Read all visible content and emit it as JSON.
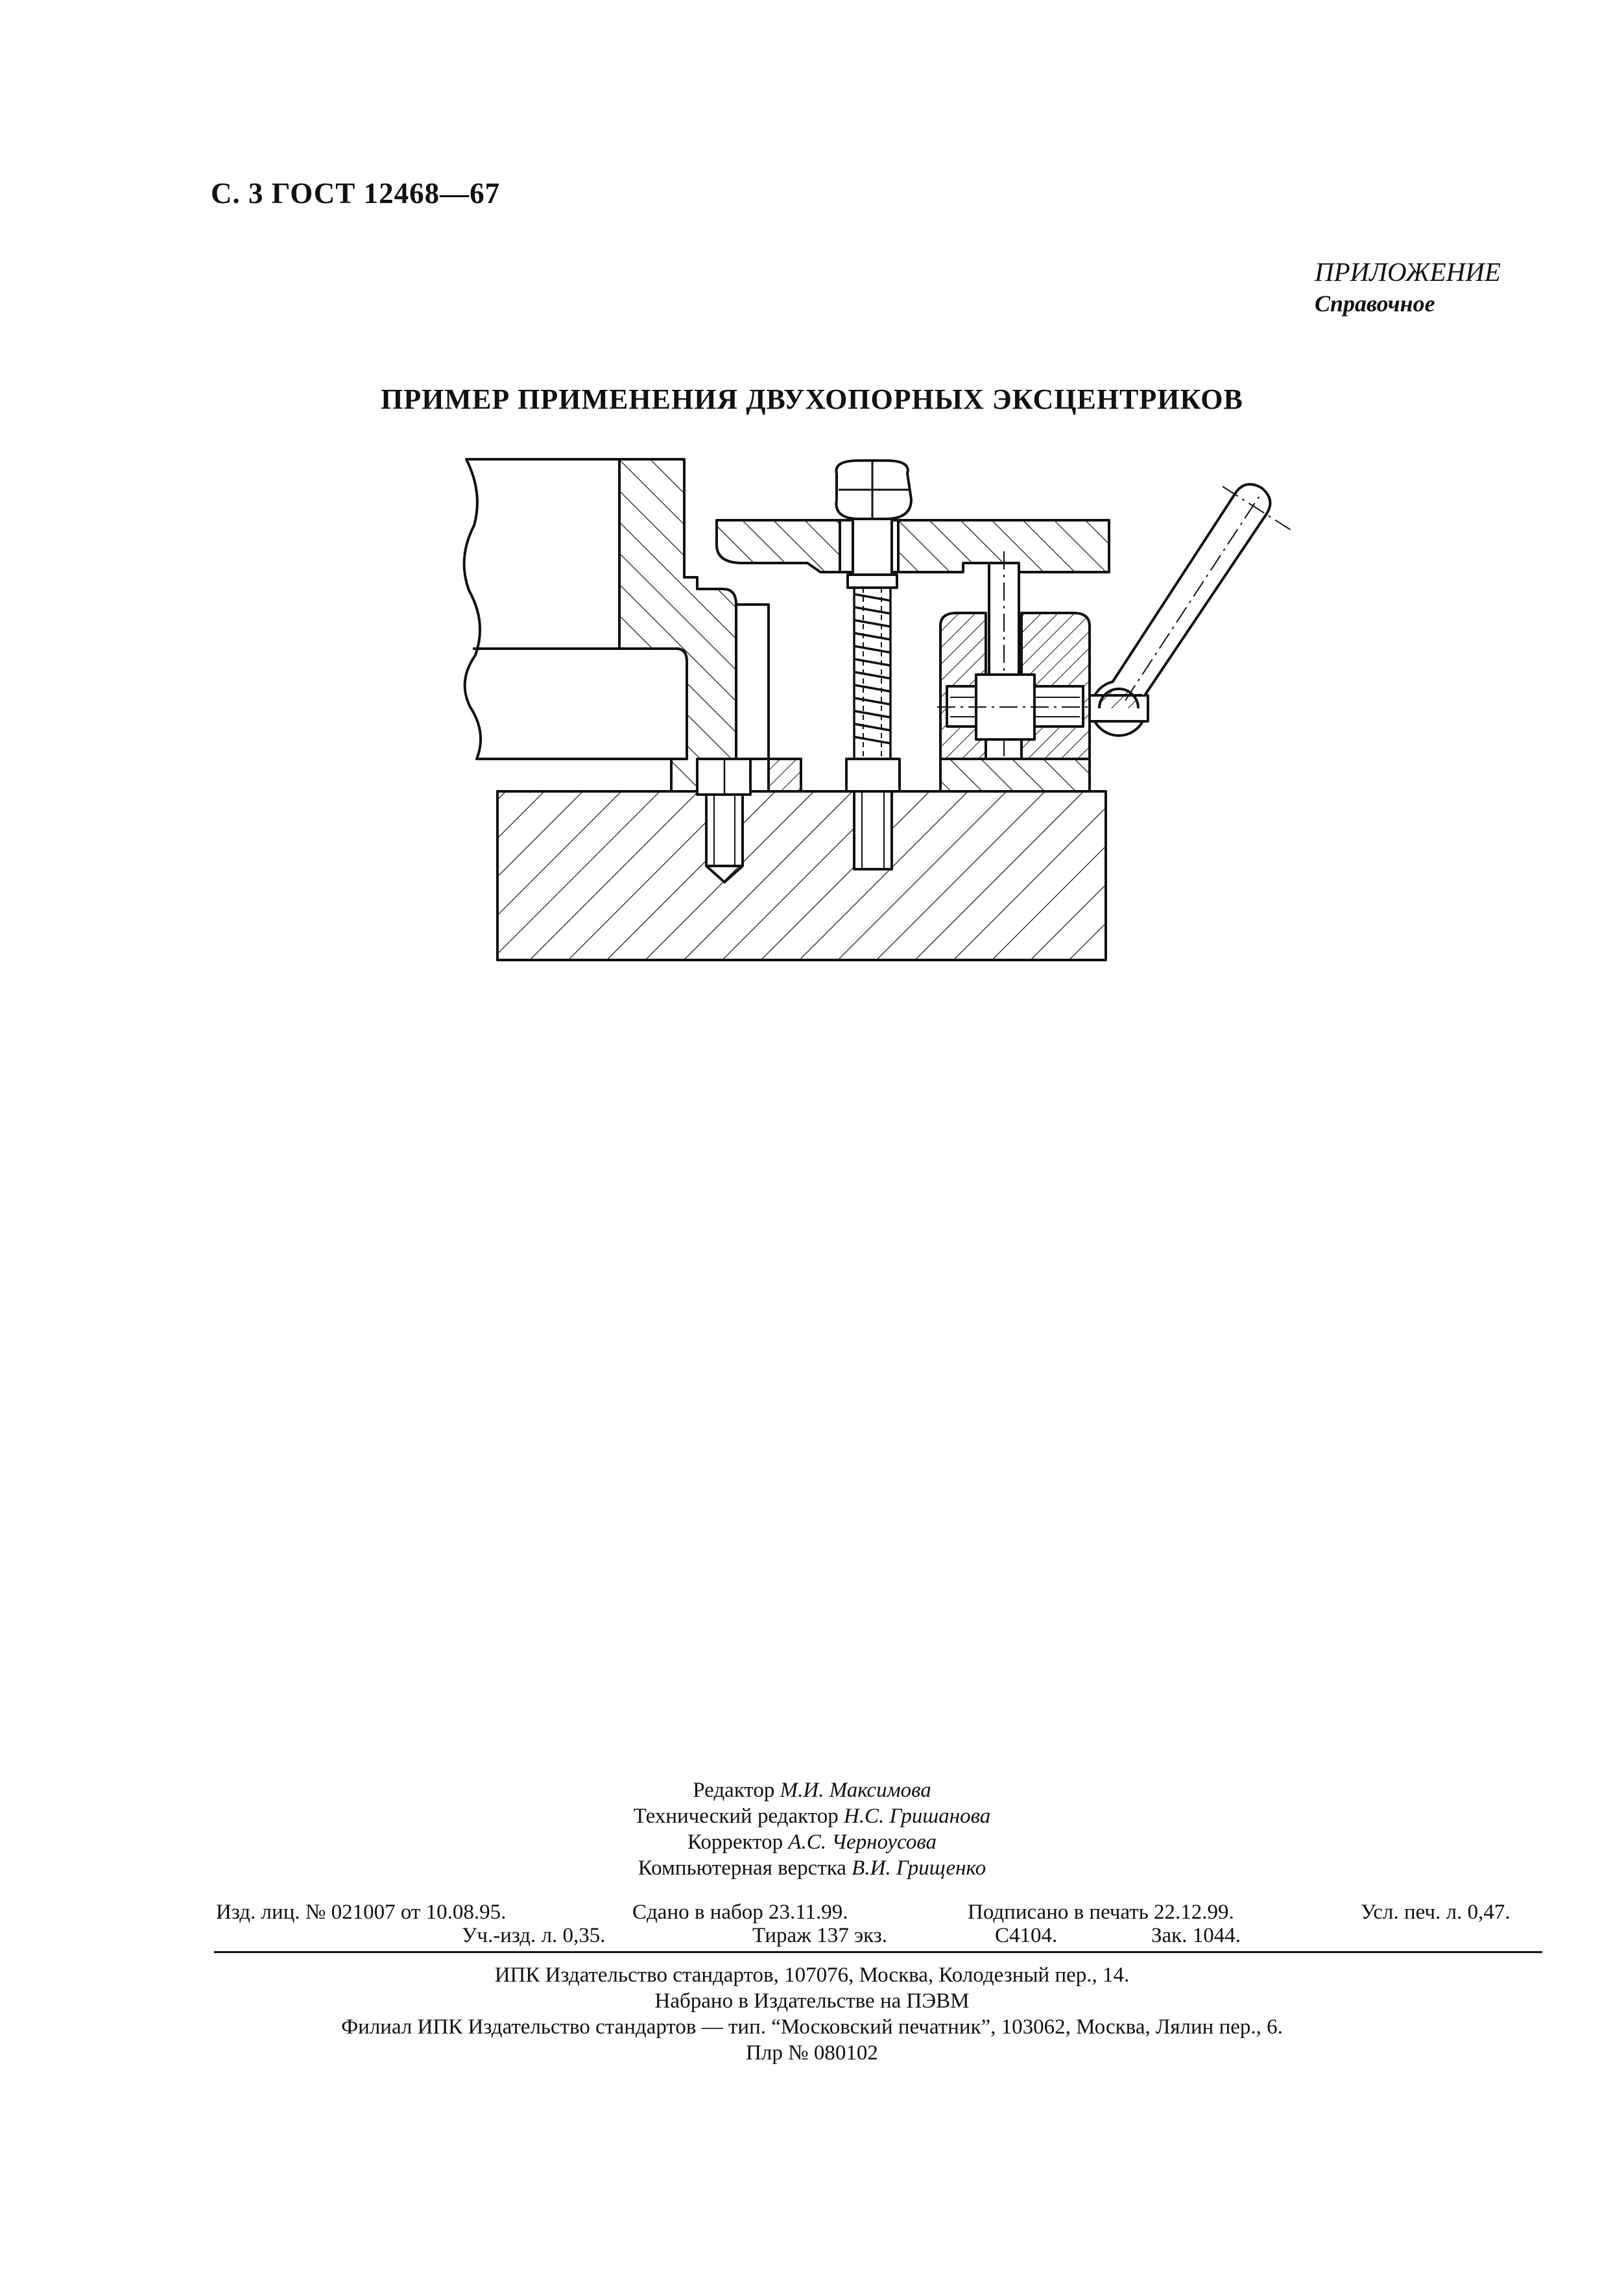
{
  "header": {
    "page_label": "С. 3 ГОСТ 12468—67"
  },
  "appendix": {
    "title": "ПРИЛОЖЕНИЕ",
    "subtitle": "Справочное"
  },
  "document": {
    "title": "ПРИМЕР ПРИМЕНЕНИЯ ДВУХОПОРНЫХ ЭКСЦЕНТРИКОВ"
  },
  "credits": {
    "editor_role": "Редактор",
    "editor_name": "М.И. Максимова",
    "tech_editor_role": "Технический редактор",
    "tech_editor_name": "Н.С. Гришанова",
    "corrector_role": "Корректор",
    "corrector_name": "А.С. Черноусова",
    "layout_role": "Компьютерная верстка",
    "layout_name": "В.И. Грищенко"
  },
  "imprint": {
    "license": "Изд. лиц. № 021007 от 10.08.95.",
    "submitted": "Сдано в набор 23.11.99.",
    "signed": "Подписано в печать 22.12.99.",
    "print_sheets": "Усл. печ. л. 0,47.",
    "pub_sheets": "Уч.-изд. л. 0,35.",
    "circulation": "Тираж 137 экз.",
    "code": "С4104.",
    "order": "Зак. 1044."
  },
  "publisher": {
    "line1": "ИПК Издательство стандартов, 107076, Москва, Колодезный пер., 14.",
    "line2": "Набрано в Издательстве на ПЭВМ",
    "line3": "Филиал ИПК Издательство стандартов — тип. “Московский печатник”, 103062, Москва, Лялин пер., 6.",
    "line4": "Плр № 080102"
  }
}
